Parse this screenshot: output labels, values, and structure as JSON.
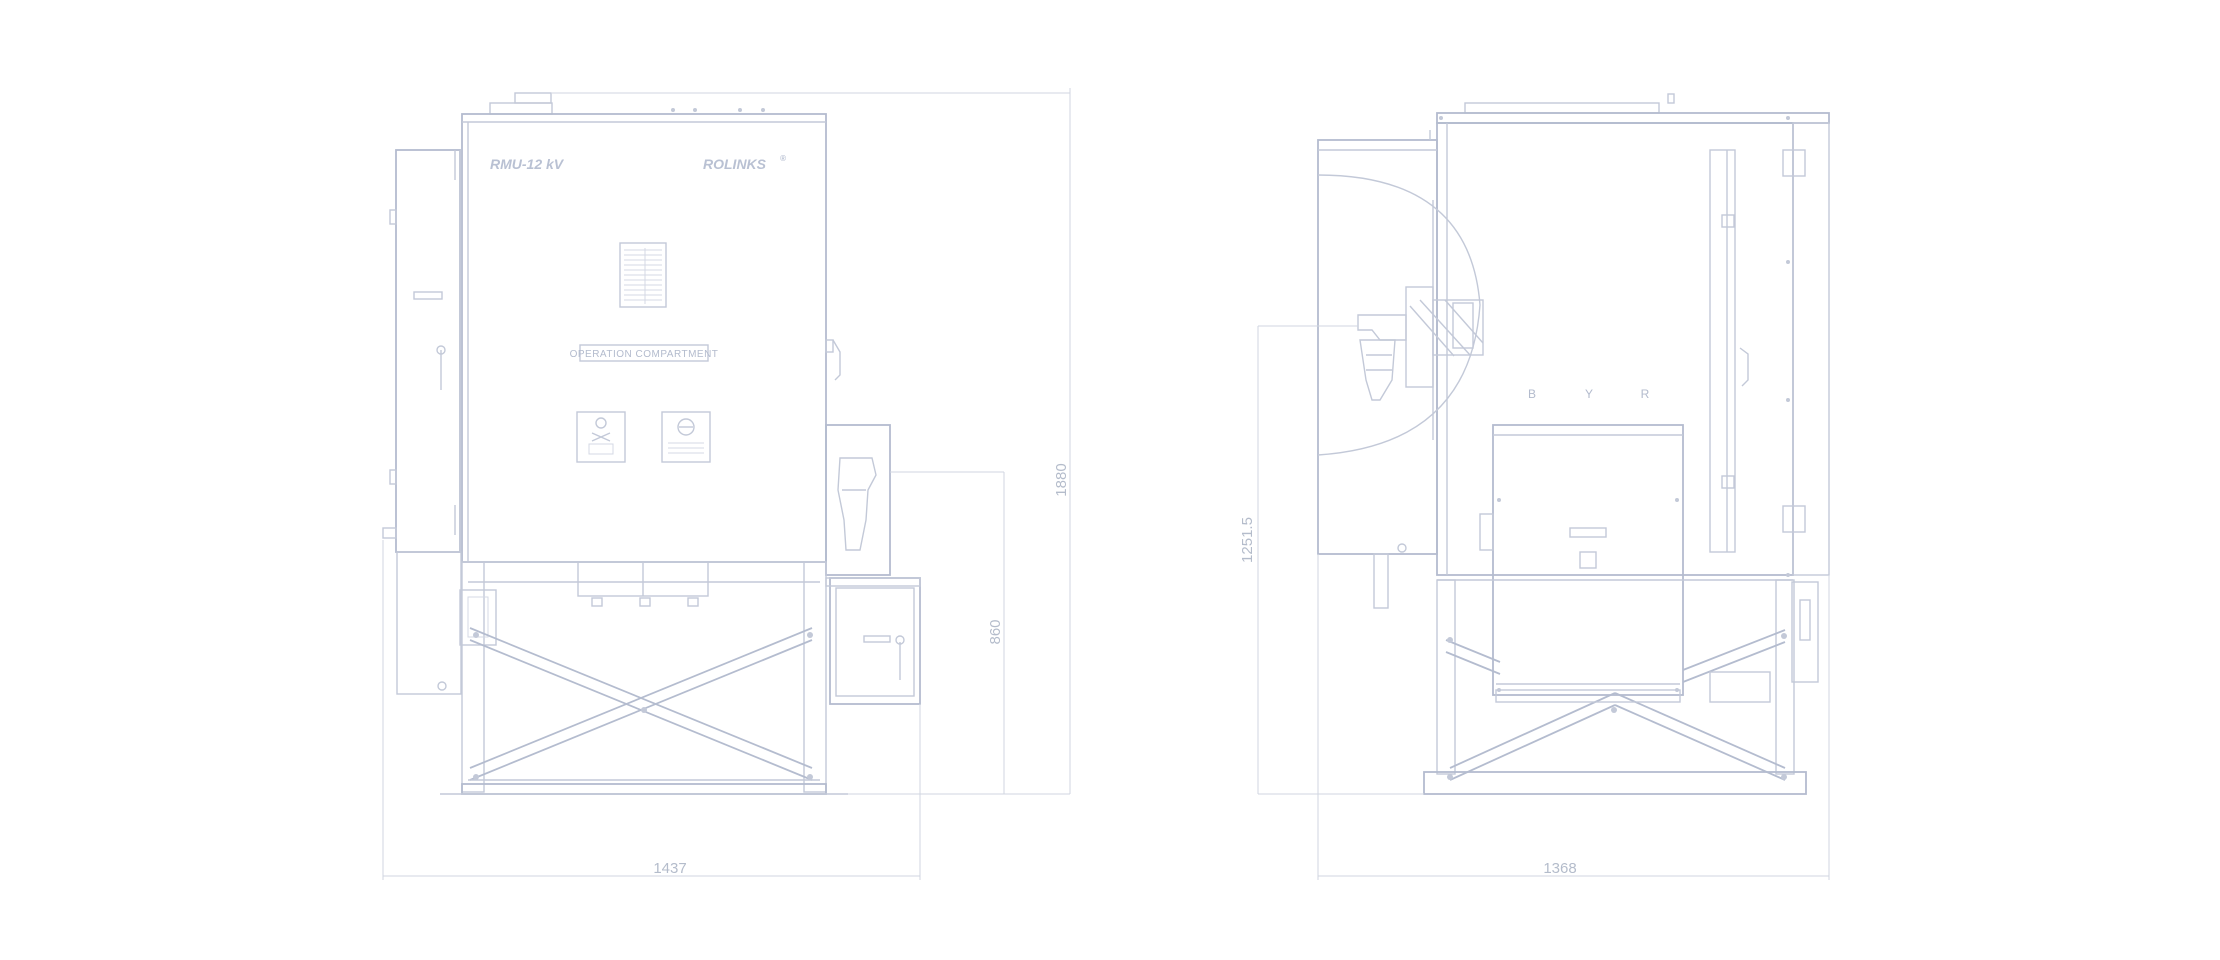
{
  "front_view": {
    "model_label": "RMU-12 kV",
    "brand_label": "ROLINKS",
    "brand_mark": "®",
    "compartment_label": "OPERATION COMPARTMENT",
    "width_dim": "1437",
    "height_dim": "1880",
    "sub_height_dim": "860"
  },
  "side_view": {
    "width_dim": "1368",
    "height_dim": "1251.5",
    "phases": [
      "B",
      "Y",
      "R"
    ]
  },
  "colors": {
    "line": "#c3c9d8",
    "dimension": "#d0d5e0",
    "text": "#b4bccb"
  }
}
